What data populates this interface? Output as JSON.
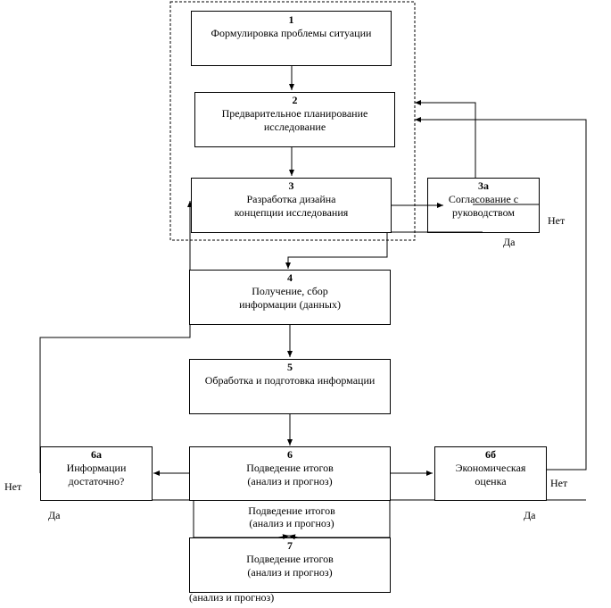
{
  "nodes": {
    "n1": {
      "num": "1",
      "text": "Формулировка проблемы ситуации"
    },
    "n2": {
      "num": "2",
      "line1": "Предварительное планирование",
      "line2": "исследование"
    },
    "n3": {
      "num": "3",
      "line1": "Разработка дизайна",
      "line2": "концепции исследования"
    },
    "n3a": {
      "num": "3а",
      "line1": "Согласование с",
      "line2": "руководством"
    },
    "n4": {
      "num": "4",
      "line1": "Получение, сбор",
      "line2": "информации (данных)"
    },
    "n5": {
      "num": "5",
      "text": "Обработка и подготовка информации"
    },
    "n6": {
      "num": "6",
      "line1": "Подведение итогов",
      "line2": "(анализ и прогноз)"
    },
    "n6a": {
      "num": "6а",
      "line1": "Информации",
      "line2": "достаточно?"
    },
    "n6b": {
      "num": "6б",
      "line1": "Экономическая",
      "line2": "оценка"
    },
    "n7": {
      "num": "7",
      "line1": "Подведение итогов",
      "line2": "(анализ и прогноз)"
    }
  },
  "between_6_7": {
    "line1": "Подведение итогов",
    "line2": "(анализ и прогноз)"
  },
  "below_7": "(анализ и прогноз)",
  "labels": {
    "net_3a": "Нет",
    "da_3a": "Да",
    "net_6a": "Нет",
    "da_6a": "Да",
    "net_6b": "Нет",
    "da_6b": "Да"
  }
}
